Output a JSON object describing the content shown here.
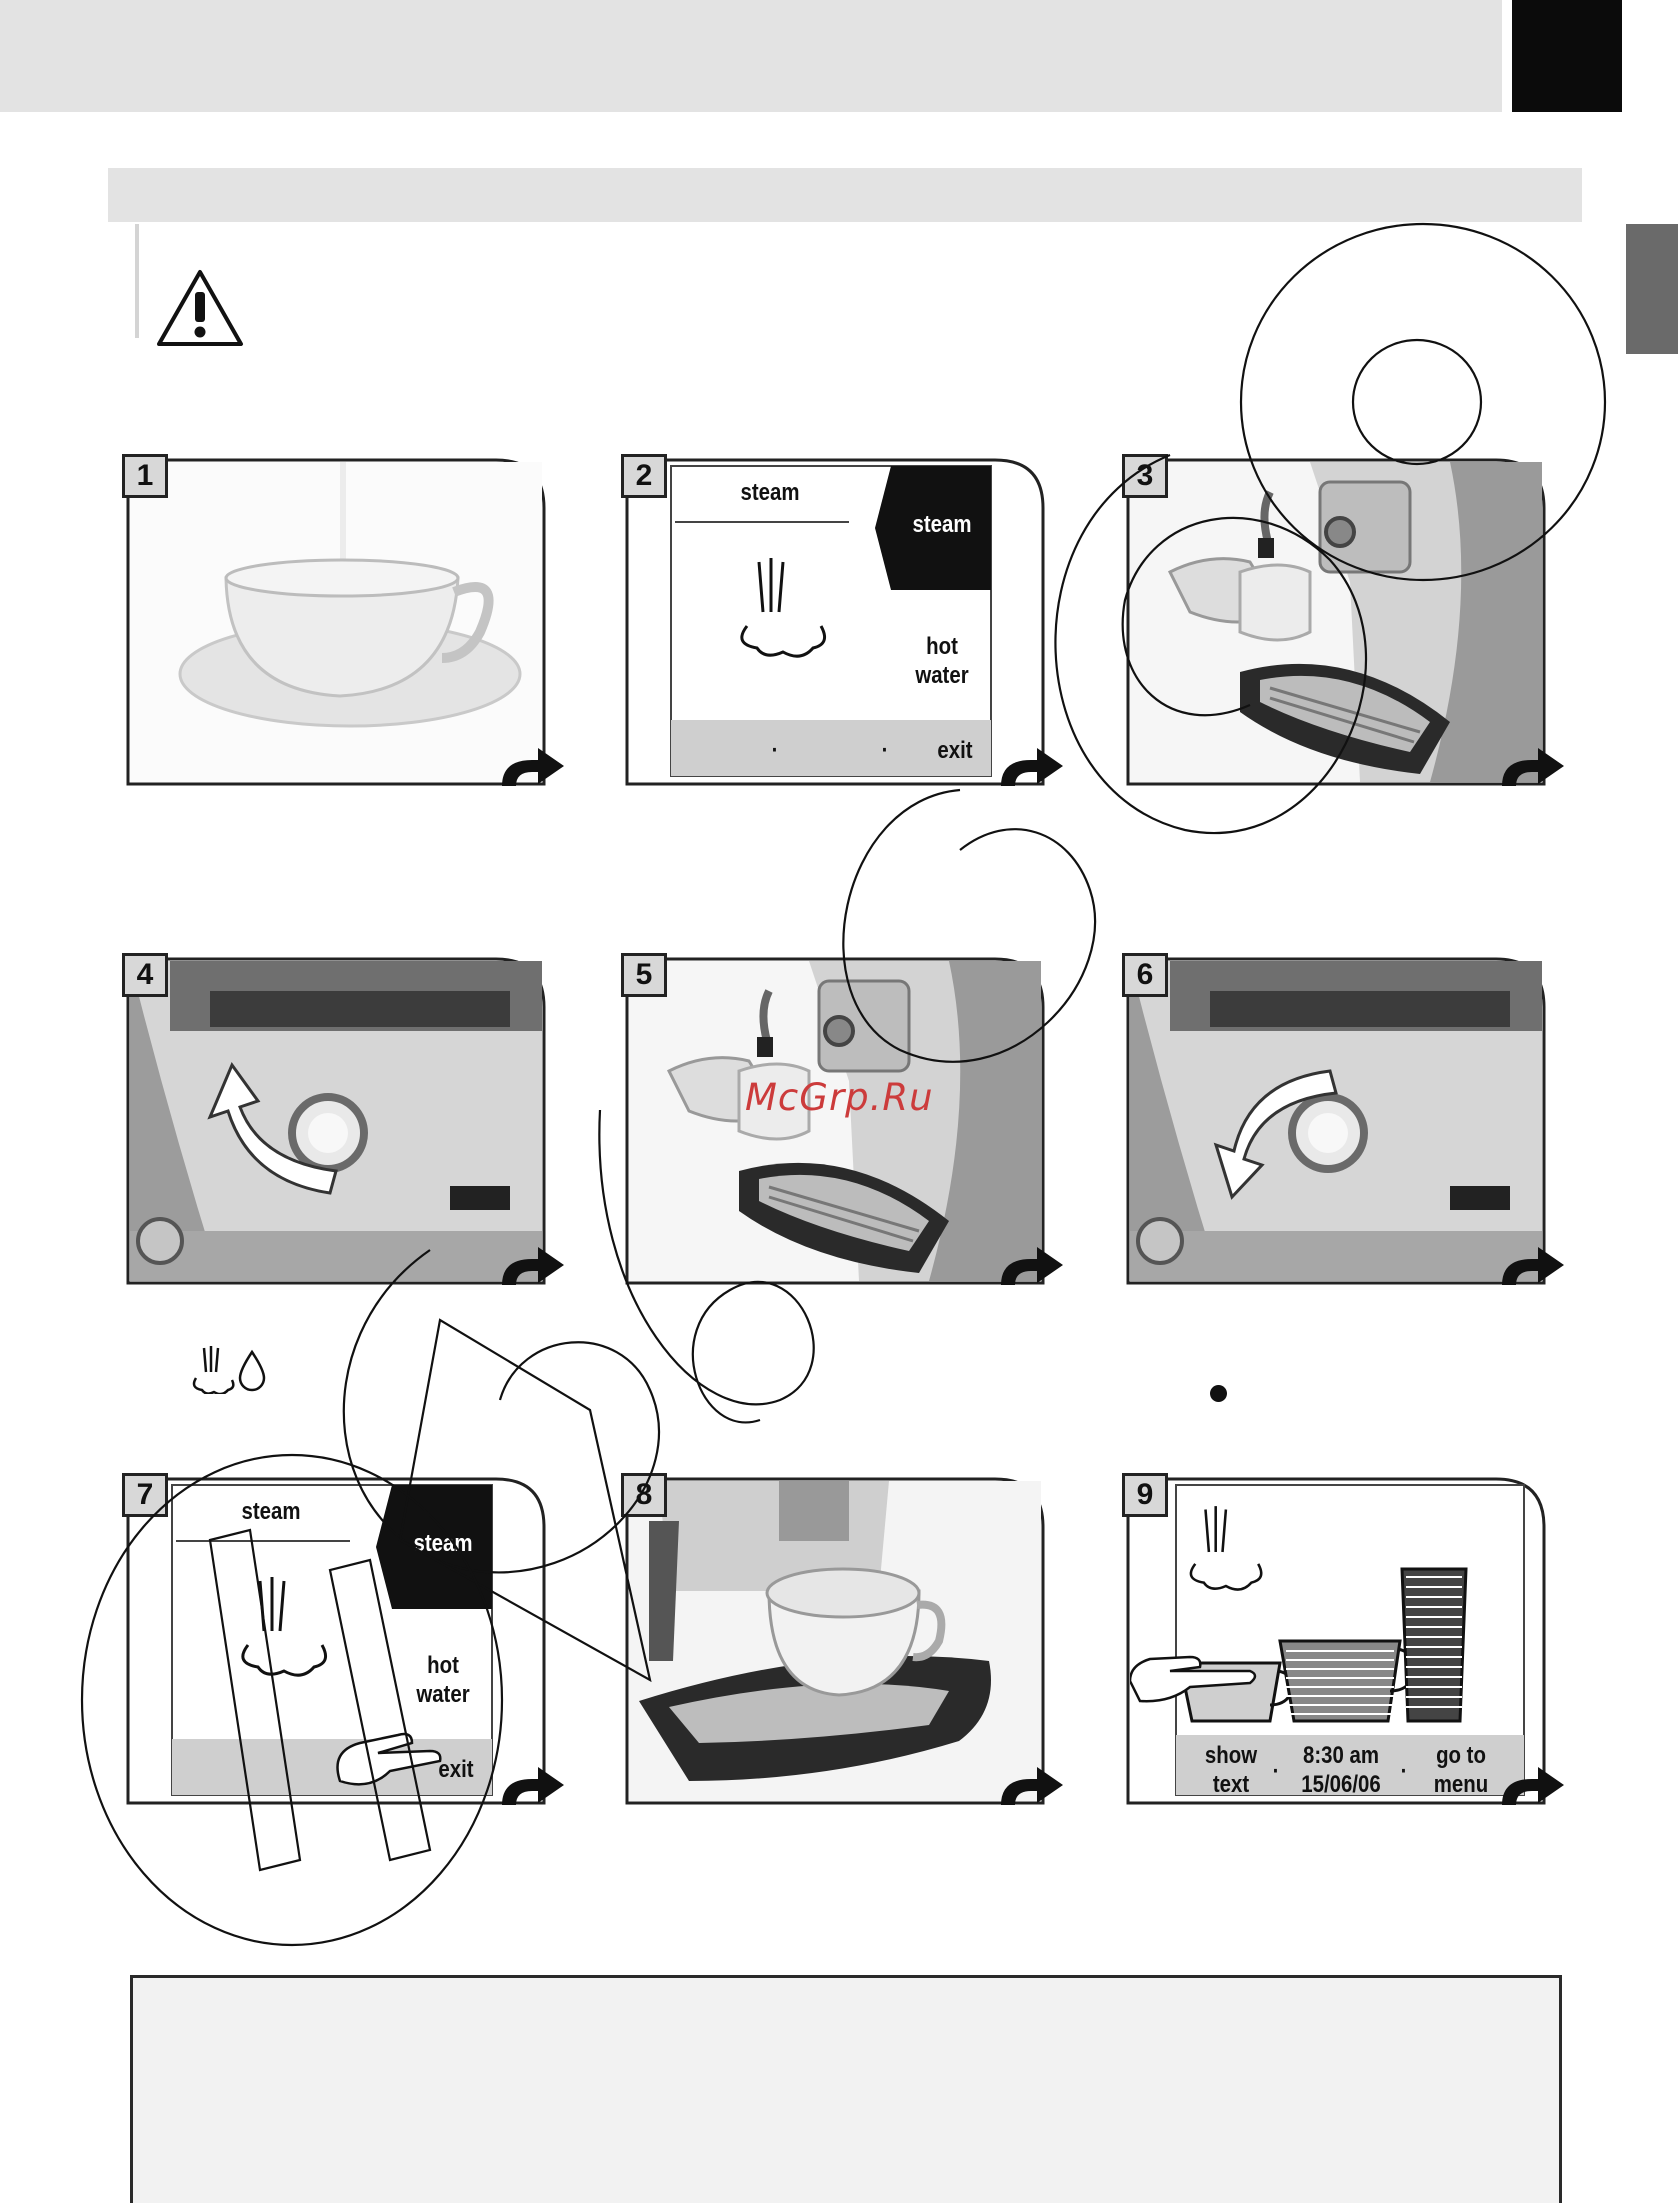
{
  "panels": [
    {
      "number": "1",
      "kind": "photo-cup"
    },
    {
      "number": "2",
      "kind": "lcd-steam",
      "title": "steam",
      "side_button": "steam",
      "side_option": "hot\nwater",
      "dot1": "·",
      "dot2": "·",
      "exit": "exit"
    },
    {
      "number": "3",
      "kind": "photo-machine-cup"
    },
    {
      "number": "4",
      "kind": "photo-knob-open"
    },
    {
      "number": "5",
      "kind": "photo-machine-cup"
    },
    {
      "number": "6",
      "kind": "photo-knob-close"
    },
    {
      "number": "7",
      "kind": "lcd-steam-touch",
      "title": "steam",
      "side_button": "steam",
      "side_option": "hot\nwater",
      "exit": "exit"
    },
    {
      "number": "8",
      "kind": "photo-cappuccino"
    },
    {
      "number": "9",
      "kind": "lcd-cups",
      "show_text": "show\ntext",
      "time": "8:30 am",
      "date": "15/06/06",
      "go_to_menu": "go to\nmenu",
      "sep": "·"
    }
  ],
  "symbols": {
    "steam_icon": "steam-icon",
    "water_icon": "water-drop-icon",
    "warning_icon": "warning-triangle-icon"
  },
  "watermark": {
    "text": "McGrp.Ru",
    "color": "#cc3b3b"
  },
  "colors": {
    "bar": "#e3e3e3",
    "black_tab": "#0b0b0b",
    "side_tab": "#6a6a6a",
    "note_bg": "#f2f2f2"
  }
}
